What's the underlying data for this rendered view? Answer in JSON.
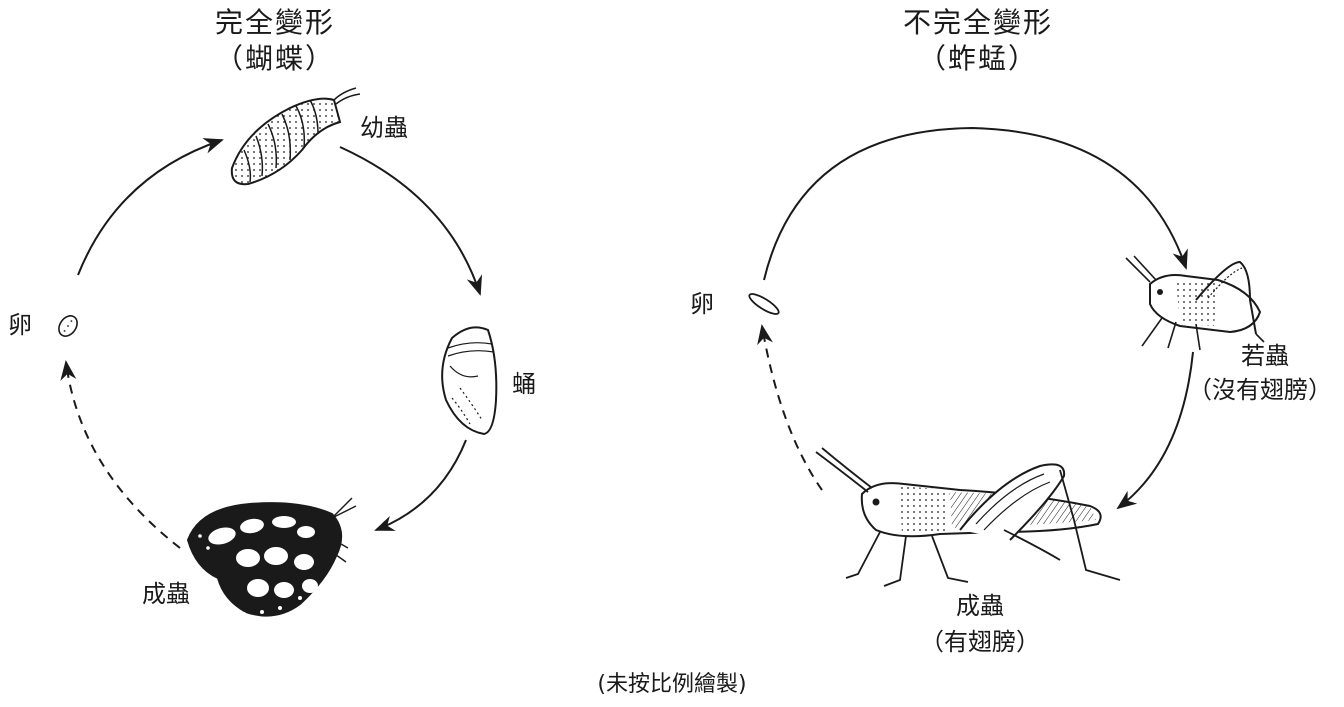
{
  "complete": {
    "title": "完全變形",
    "subtitle": "（蝴蝶）",
    "stages": {
      "egg": "卵",
      "larva": "幼蟲",
      "pupa": "蛹",
      "adult": "成蟲"
    }
  },
  "incomplete": {
    "title": "不完全變形",
    "subtitle": "（蚱蜢）",
    "stages": {
      "egg": "卵",
      "nymph": "若蟲",
      "nymph_note": "（沒有翅膀）",
      "adult": "成蟲",
      "adult_note": "（有翅膀）"
    }
  },
  "footer_note": "(未按比例繪製)",
  "colors": {
    "ink": "#1a1a1a",
    "background": "#ffffff"
  }
}
